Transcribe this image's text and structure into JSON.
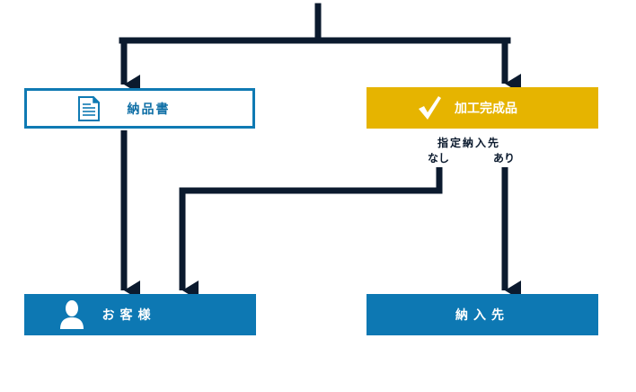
{
  "boxes": {
    "invoice": "納品書",
    "finished": "加工完成品",
    "customer": "お客様",
    "delivery": "納入先"
  },
  "conditions": {
    "header": "指定納入先",
    "none": "なし",
    "exists": "あり"
  },
  "colors": {
    "line": "#0b1a2e",
    "blue": "#0d78b3",
    "gold": "#e6b400"
  },
  "icons": {
    "invoice": "document-icon",
    "finished": "checkmark-icon",
    "customer": "person-icon"
  }
}
